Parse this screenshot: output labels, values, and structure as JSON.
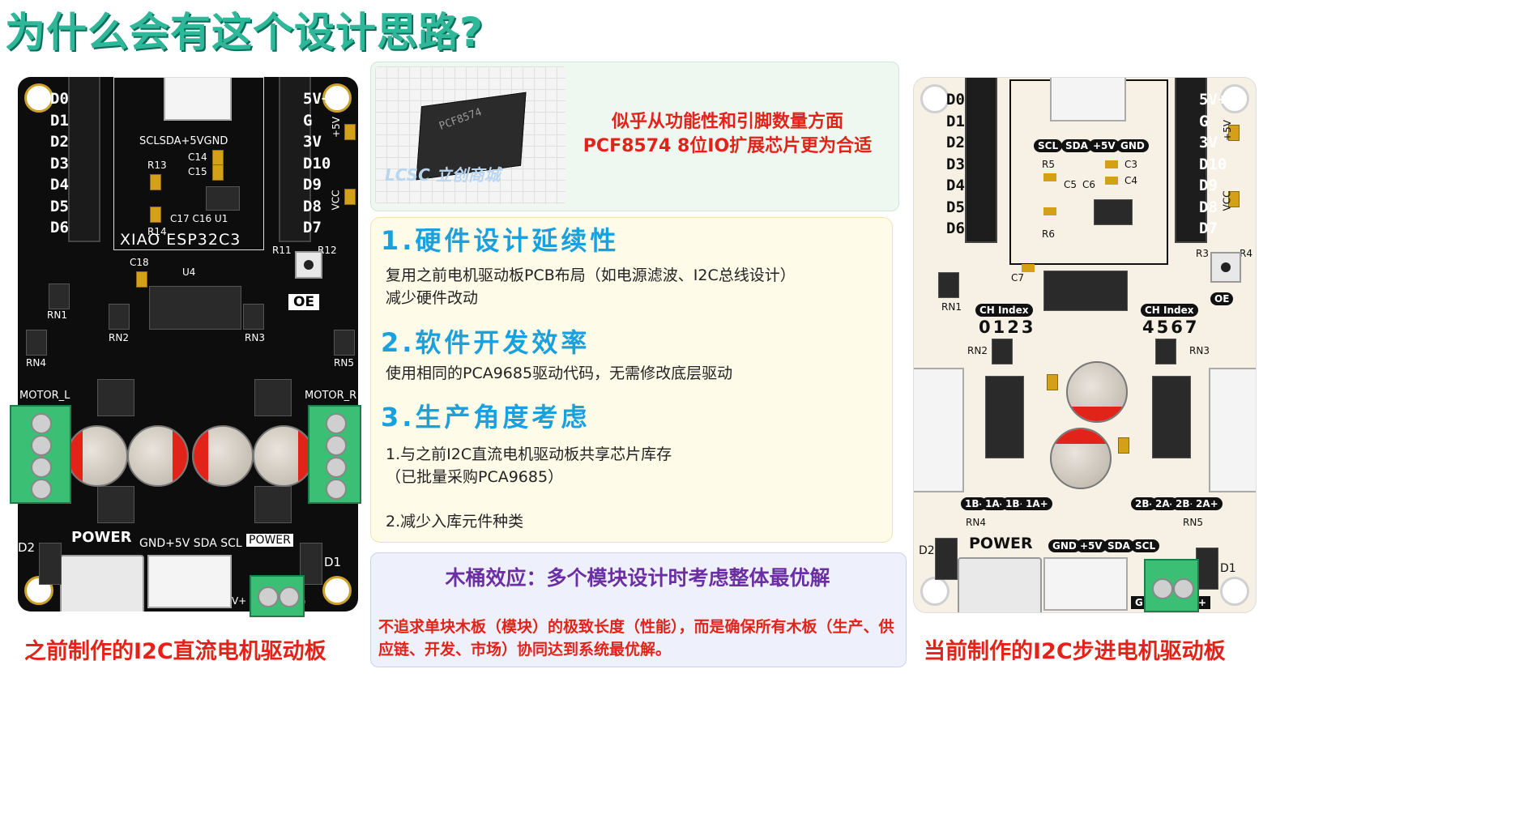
{
  "title": "为什么会有这个设计思路?",
  "left_board": {
    "caption": "之前制作的I2C直流电机驱动板",
    "pins_left": [
      "D0",
      "D1",
      "D2",
      "D3",
      "D4",
      "D5",
      "D6"
    ],
    "pins_right": [
      "5V+",
      "G",
      "3V",
      "D10",
      "D9",
      "D8",
      "D7"
    ],
    "labels": {
      "header_i2c": "SCLSDA+5VGND",
      "module": "XIAO ESP32C3",
      "oe": "OE",
      "motor_l": "MOTOR_L",
      "motor_r": "MOTOR_R",
      "power": "POWER",
      "bottom_i2c": "GND+5V SDA SCL",
      "power2": "POWER",
      "d2": "D2",
      "d1": "D1",
      "vplus": "V+",
      "g": "G",
      "plus5v": "+5V",
      "vcc": "VCC",
      "c14": "C14",
      "c15": "C15",
      "r13": "R13",
      "r14": "R14",
      "c17c16u1": "C17 C16 U1",
      "r11": "R11",
      "r12": "R12",
      "c18": "C18",
      "u4": "U4",
      "rn1": "RN1",
      "rn2": "RN2",
      "rn3": "RN3",
      "rn4": "RN4",
      "rn5": "RN5"
    }
  },
  "chip_panel": {
    "chip_marking": "PCF8574",
    "watermark": "LCSC 立创商城",
    "text_line1": "似乎从功能性和引脚数量方面",
    "text_line2": "PCF8574 8位IO扩展芯片更为合适"
  },
  "reasons": [
    {
      "heading": "1.硬件设计延续性",
      "lines": [
        "复用之前电机驱动板PCB布局（如电源滤波、I2C总线设计）",
        "减少硬件改动"
      ]
    },
    {
      "heading": "2.软件开发效率",
      "lines": [
        "使用相同的PCA9685驱动代码，无需修改底层驱动"
      ]
    },
    {
      "heading": "3.生产角度考虑",
      "lines": [
        "1.与之前I2C直流电机驱动板共享芯片库存",
        "（已批量采购PCA9685）",
        "2.减少入库元件种类"
      ]
    }
  ],
  "barrel_effect": {
    "title": "木桶效应：多个模块设计时考虑整体最优解",
    "body": "不追求单块木板（模块）的极致长度（性能），而是确保所有木板（生产、供应链、开发、市场）协同达到系统最优解。"
  },
  "right_board": {
    "caption": "当前制作的I2C步进电机驱动板",
    "pins_left": [
      "D0",
      "D1",
      "D2",
      "D3",
      "D4",
      "D5",
      "D6"
    ],
    "pins_right": [
      "5V+",
      "G",
      "3V",
      "D10",
      "D9",
      "D8",
      "D7"
    ],
    "labels": {
      "i2c_pills": [
        "SCL",
        "SDA",
        "+5V",
        "GND"
      ],
      "ch_index_a": "CH Index",
      "ch_index_b": "CH Index",
      "ch_a_nums": "0123",
      "ch_b_nums": "4567",
      "oe": "OE",
      "power": "POWER",
      "bottom_pills": [
        "GND",
        "+5V",
        "SDA",
        "SCL"
      ],
      "coil_a": [
        "1B-",
        "1A-",
        "1B+",
        "1A+"
      ],
      "coil_b": [
        "2B-",
        "2A-",
        "2B+",
        "2A+"
      ],
      "r5": "R5",
      "r6": "R6",
      "c3": "C3",
      "c4": "C4",
      "c5": "C5",
      "c6": "C6",
      "c7": "C7",
      "r3": "R3",
      "r4": "R4",
      "rn1": "RN1",
      "rn2": "RN2",
      "rn3": "RN3",
      "rn4": "RN4",
      "rn5": "RN5",
      "d1": "D1",
      "d2": "D2",
      "g": "G",
      "plus": "+",
      "plus5v": "+5V",
      "vcc": "VCC"
    }
  }
}
